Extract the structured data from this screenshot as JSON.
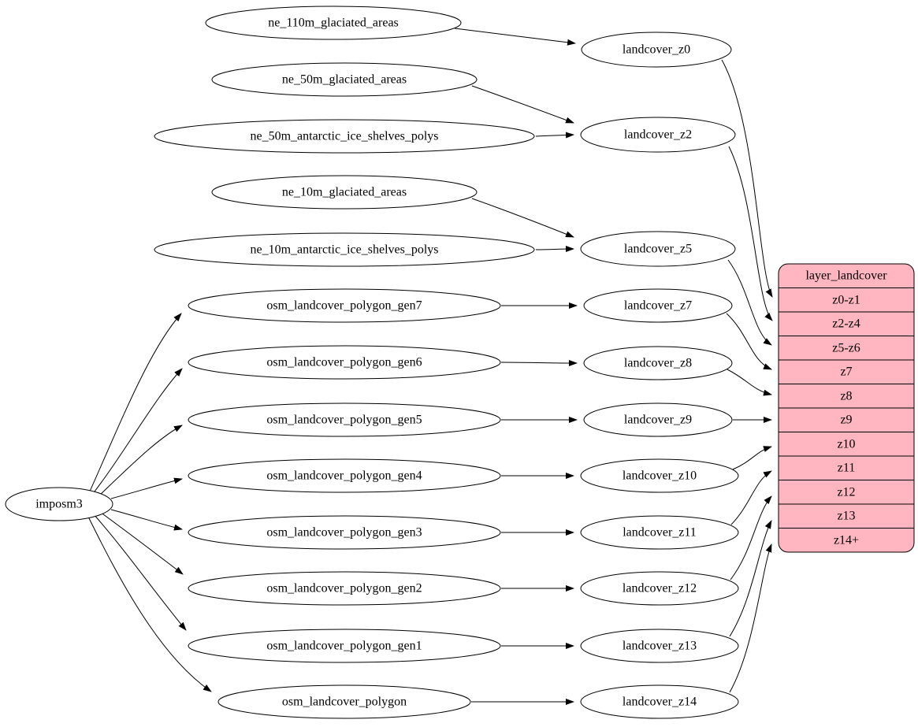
{
  "diagram": {
    "root": {
      "label": "imposm3"
    },
    "sources": [
      {
        "label": "ne_110m_glaciated_areas"
      },
      {
        "label": "ne_50m_glaciated_areas"
      },
      {
        "label": "ne_50m_antarctic_ice_shelves_polys"
      },
      {
        "label": "ne_10m_glaciated_areas"
      },
      {
        "label": "ne_10m_antarctic_ice_shelves_polys"
      },
      {
        "label": "osm_landcover_polygon_gen7"
      },
      {
        "label": "osm_landcover_polygon_gen6"
      },
      {
        "label": "osm_landcover_polygon_gen5"
      },
      {
        "label": "osm_landcover_polygon_gen4"
      },
      {
        "label": "osm_landcover_polygon_gen3"
      },
      {
        "label": "osm_landcover_polygon_gen2"
      },
      {
        "label": "osm_landcover_polygon_gen1"
      },
      {
        "label": "osm_landcover_polygon"
      }
    ],
    "stages": [
      {
        "label": "landcover_z0"
      },
      {
        "label": "landcover_z2"
      },
      {
        "label": "landcover_z5"
      },
      {
        "label": "landcover_z7"
      },
      {
        "label": "landcover_z8"
      },
      {
        "label": "landcover_z9"
      },
      {
        "label": "landcover_z10"
      },
      {
        "label": "landcover_z11"
      },
      {
        "label": "landcover_z12"
      },
      {
        "label": "landcover_z13"
      },
      {
        "label": "landcover_z14"
      }
    ],
    "layer_table": {
      "title": "layer_landcover",
      "rows": [
        {
          "label": "z0-z1"
        },
        {
          "label": "z2-z4"
        },
        {
          "label": "z5-z6"
        },
        {
          "label": "z7"
        },
        {
          "label": "z8"
        },
        {
          "label": "z9"
        },
        {
          "label": "z10"
        },
        {
          "label": "z11"
        },
        {
          "label": "z12"
        },
        {
          "label": "z13"
        },
        {
          "label": "z14+"
        }
      ]
    },
    "colors": {
      "table_fill": "#ffb6c1",
      "node_fill": "#ffffff",
      "stroke": "#000000"
    },
    "edges": [
      {
        "from": "ne_110m_glaciated_areas",
        "to": "landcover_z0"
      },
      {
        "from": "ne_50m_glaciated_areas",
        "to": "landcover_z2"
      },
      {
        "from": "ne_50m_antarctic_ice_shelves_polys",
        "to": "landcover_z2"
      },
      {
        "from": "ne_10m_glaciated_areas",
        "to": "landcover_z5"
      },
      {
        "from": "ne_10m_antarctic_ice_shelves_polys",
        "to": "landcover_z5"
      },
      {
        "from": "imposm3",
        "to": "osm_landcover_polygon_gen7"
      },
      {
        "from": "imposm3",
        "to": "osm_landcover_polygon_gen6"
      },
      {
        "from": "imposm3",
        "to": "osm_landcover_polygon_gen5"
      },
      {
        "from": "imposm3",
        "to": "osm_landcover_polygon_gen4"
      },
      {
        "from": "imposm3",
        "to": "osm_landcover_polygon_gen3"
      },
      {
        "from": "imposm3",
        "to": "osm_landcover_polygon_gen2"
      },
      {
        "from": "imposm3",
        "to": "osm_landcover_polygon_gen1"
      },
      {
        "from": "imposm3",
        "to": "osm_landcover_polygon"
      },
      {
        "from": "osm_landcover_polygon_gen7",
        "to": "landcover_z7"
      },
      {
        "from": "osm_landcover_polygon_gen6",
        "to": "landcover_z8"
      },
      {
        "from": "osm_landcover_polygon_gen5",
        "to": "landcover_z9"
      },
      {
        "from": "osm_landcover_polygon_gen4",
        "to": "landcover_z10"
      },
      {
        "from": "osm_landcover_polygon_gen3",
        "to": "landcover_z11"
      },
      {
        "from": "osm_landcover_polygon_gen2",
        "to": "landcover_z12"
      },
      {
        "from": "osm_landcover_polygon_gen1",
        "to": "landcover_z13"
      },
      {
        "from": "osm_landcover_polygon",
        "to": "landcover_z14"
      },
      {
        "from": "landcover_z0",
        "to": "layer_landcover:z0-z1"
      },
      {
        "from": "landcover_z2",
        "to": "layer_landcover:z2-z4"
      },
      {
        "from": "landcover_z5",
        "to": "layer_landcover:z5-z6"
      },
      {
        "from": "landcover_z7",
        "to": "layer_landcover:z7"
      },
      {
        "from": "landcover_z8",
        "to": "layer_landcover:z8"
      },
      {
        "from": "landcover_z9",
        "to": "layer_landcover:z9"
      },
      {
        "from": "landcover_z10",
        "to": "layer_landcover:z10"
      },
      {
        "from": "landcover_z11",
        "to": "layer_landcover:z11"
      },
      {
        "from": "landcover_z12",
        "to": "layer_landcover:z12"
      },
      {
        "from": "landcover_z13",
        "to": "layer_landcover:z13"
      },
      {
        "from": "landcover_z14",
        "to": "layer_landcover:z14+"
      }
    ]
  }
}
